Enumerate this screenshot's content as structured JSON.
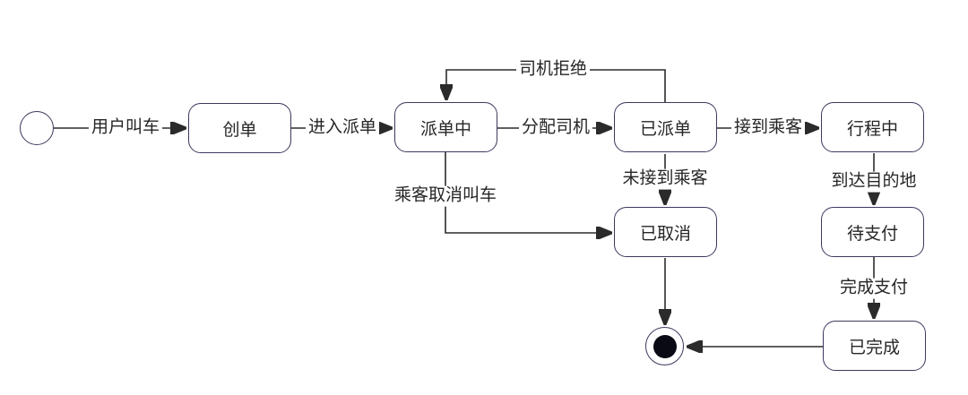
{
  "diagram_title": "ride-hailing-order-state-diagram",
  "colors": {
    "background": "#ffffff",
    "node_border": "#3b3a5e",
    "line": "#2b2b2b",
    "text": "#262626",
    "final_dot": "#0a0a14"
  },
  "nodes": {
    "start": {
      "type": "initial-state"
    },
    "create_order": {
      "label": "创单"
    },
    "dispatching": {
      "label": "派单中"
    },
    "dispatched": {
      "label": "已派单"
    },
    "in_trip": {
      "label": "行程中"
    },
    "cancelled": {
      "label": "已取消"
    },
    "pending_payment": {
      "label": "待支付"
    },
    "completed": {
      "label": "已完成"
    },
    "end": {
      "type": "final-state"
    }
  },
  "edges": {
    "user_call": {
      "label": "用户叫车",
      "from": "start",
      "to": "create_order"
    },
    "enter_dispatch": {
      "label": "进入派单",
      "from": "create_order",
      "to": "dispatching"
    },
    "assign_driver": {
      "label": "分配司机",
      "from": "dispatching",
      "to": "dispatched"
    },
    "driver_reject": {
      "label": "司机拒绝",
      "from": "dispatched",
      "to": "dispatching"
    },
    "pickup_passenger": {
      "label": "接到乘客",
      "from": "dispatched",
      "to": "in_trip"
    },
    "passenger_cancel": {
      "label": "乘客取消叫车",
      "from": "dispatching",
      "to": "cancelled"
    },
    "no_pickup": {
      "label": "未接到乘客",
      "from": "dispatched",
      "to": "cancelled"
    },
    "arrive_destination": {
      "label": "到达目的地",
      "from": "in_trip",
      "to": "pending_payment"
    },
    "complete_payment": {
      "label": "完成支付",
      "from": "pending_payment",
      "to": "completed"
    },
    "completed_to_end": {
      "label": "",
      "from": "completed",
      "to": "end"
    },
    "cancelled_to_end": {
      "label": "",
      "from": "cancelled",
      "to": "end"
    }
  }
}
